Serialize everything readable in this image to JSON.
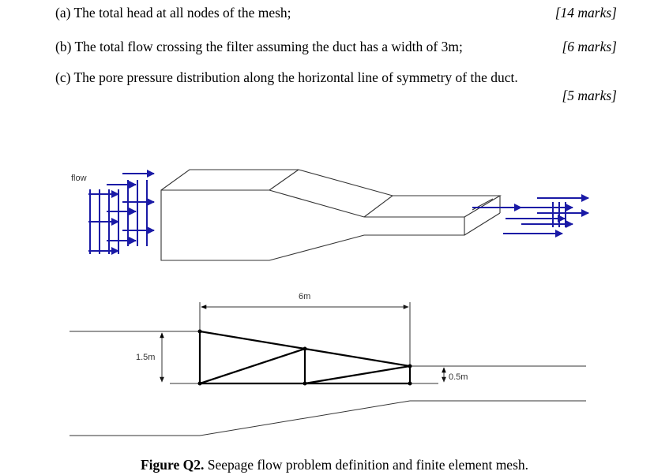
{
  "questions": [
    {
      "text": "(a)  The total head at all nodes of the mesh;",
      "marks": "[14 marks]"
    },
    {
      "text": "(b)  The total flow crossing the filter assuming the duct has a width of 3m;",
      "marks": "[6 marks]"
    },
    {
      "text": "(c)  The pore pressure distribution along the horizontal line of symmetry of the duct.",
      "marks": "[5 marks]"
    }
  ],
  "figure": {
    "flow_label": "flow",
    "dim_length": "6m",
    "dim_height_left": "1.5m",
    "dim_height_right": "0.5m",
    "arrow_color": "#1a1aa6"
  },
  "caption": {
    "label": "Figure Q2.",
    "text": " Seepage flow problem definition and finite element mesh."
  }
}
